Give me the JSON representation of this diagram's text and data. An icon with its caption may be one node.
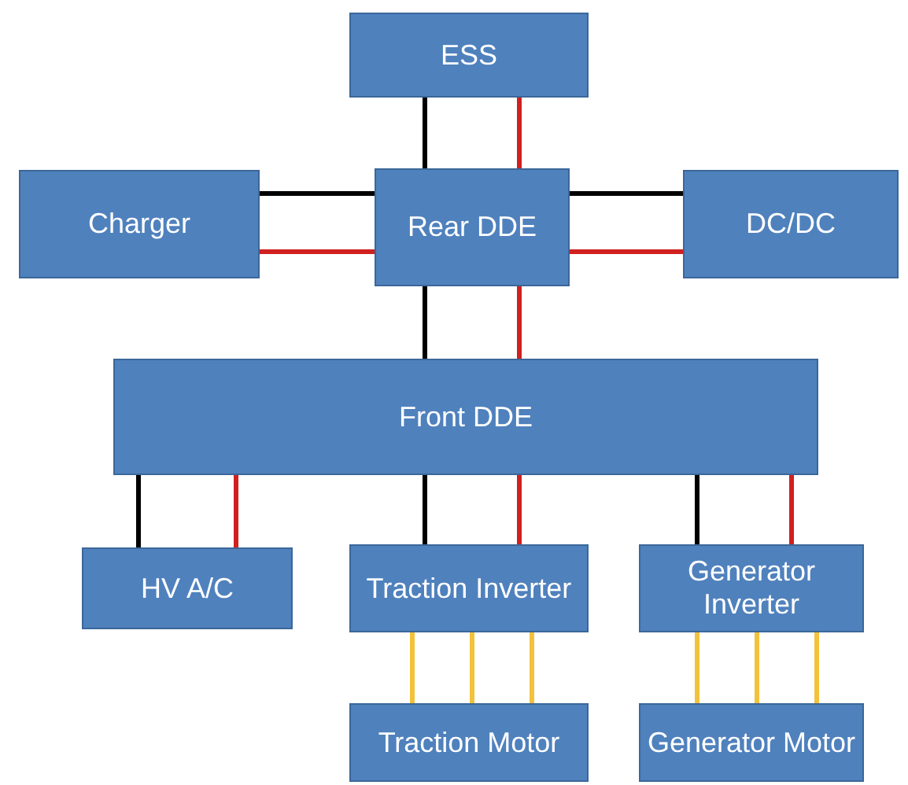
{
  "diagram": {
    "nodes": [
      {
        "text": [
          "ESS"
        ]
      },
      {
        "text": [
          "Charger"
        ]
      },
      {
        "text": [
          "Rear DDE"
        ]
      },
      {
        "text": [
          "DC/DC"
        ]
      },
      {
        "text": [
          "Front DDE"
        ]
      },
      {
        "text": [
          "HV A/C"
        ]
      },
      {
        "text": [
          "Traction Inverter"
        ]
      },
      {
        "text": [
          "Generator Inverter"
        ]
      },
      {
        "text": [
          "Traction Motor"
        ]
      },
      {
        "text": [
          "Generator Motor"
        ]
      }
    ],
    "edges": [
      {
        "from": 0,
        "to": 2,
        "arrow": "none",
        "color": "#000000"
      },
      {
        "from": 0,
        "to": 2,
        "arrow": "none",
        "color": "#d02020"
      },
      {
        "from": 1,
        "to": 2,
        "arrow": "none",
        "color": "#000000"
      },
      {
        "from": 1,
        "to": 2,
        "arrow": "none",
        "color": "#d02020"
      },
      {
        "from": 2,
        "to": 3,
        "arrow": "none",
        "color": "#000000"
      },
      {
        "from": 2,
        "to": 3,
        "arrow": "none",
        "color": "#d02020"
      },
      {
        "from": 2,
        "to": 4,
        "arrow": "none",
        "color": "#000000"
      },
      {
        "from": 2,
        "to": 4,
        "arrow": "none",
        "color": "#d02020"
      },
      {
        "from": 4,
        "to": 5,
        "arrow": "none",
        "color": "#000000"
      },
      {
        "from": 4,
        "to": 5,
        "arrow": "none",
        "color": "#d02020"
      },
      {
        "from": 4,
        "to": 6,
        "arrow": "none",
        "color": "#000000"
      },
      {
        "from": 4,
        "to": 6,
        "arrow": "none",
        "color": "#d02020"
      },
      {
        "from": 4,
        "to": 7,
        "arrow": "none",
        "color": "#000000"
      },
      {
        "from": 4,
        "to": 7,
        "arrow": "none",
        "color": "#d02020"
      },
      {
        "from": 6,
        "to": 8,
        "arrow": "none",
        "color": "#f2c23a"
      },
      {
        "from": 6,
        "to": 8,
        "arrow": "none",
        "color": "#f2c23a"
      },
      {
        "from": 6,
        "to": 8,
        "arrow": "none",
        "color": "#f2c23a"
      },
      {
        "from": 7,
        "to": 9,
        "arrow": "none",
        "color": "#f2c23a"
      },
      {
        "from": 7,
        "to": 9,
        "arrow": "none",
        "color": "#f2c23a"
      },
      {
        "from": 7,
        "to": 9,
        "arrow": "none",
        "color": "#f2c23a"
      }
    ]
  }
}
